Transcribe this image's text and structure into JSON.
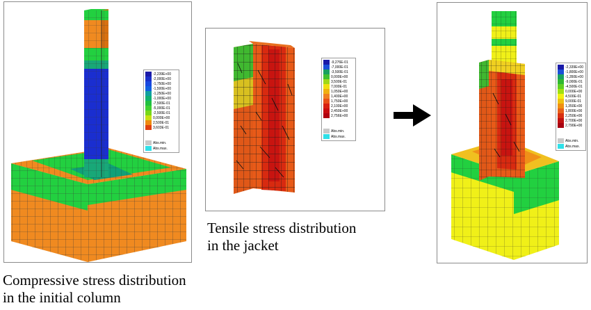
{
  "panels": [
    {
      "legend": {
        "values": [
          "-2,239E+00",
          "-2,000E+00",
          "-1,750E+00",
          "-1,500E+00",
          "-1,250E+00",
          "-1,000E+00",
          "-7,500E-01",
          "-5,000E-01",
          "-2,500E-01",
          "0,000E+00",
          "2,500E-01",
          "3,603E-01"
        ],
        "colors": [
          "#1a1aa8",
          "#1a30c8",
          "#1848e0",
          "#1060e0",
          "#10a0a0",
          "#10b070",
          "#20c040",
          "#40d030",
          "#78d818",
          "#c8e010",
          "#f08a10",
          "#e04010"
        ],
        "abs_min": "Abs.min.",
        "abs_max": "Abs.max."
      }
    },
    {
      "legend": {
        "values": [
          "-9,276E-01",
          "-7,000E-01",
          "-3,500E-01",
          "0,000E+00",
          "3,500E-01",
          "7,000E-01",
          "1,050E+00",
          "1,400E+00",
          "1,750E+00",
          "2,100E+00",
          "2,450E+00",
          "2,756E+00"
        ],
        "colors": [
          "#1a1aa8",
          "#1a50d8",
          "#18a060",
          "#40c030",
          "#a0d818",
          "#f0e010",
          "#f0b010",
          "#f08020",
          "#e85018",
          "#d82010",
          "#c80c10",
          "#b00010"
        ],
        "abs_min": "Abs.min.",
        "abs_max": "Abs.max."
      }
    },
    {
      "legend": {
        "values": [
          "-2,339E+00",
          "-1,800E+00",
          "-1,350E+00",
          "-9,000E-01",
          "-4,500E-01",
          "0,000E+00",
          "4,500E-01",
          "9,000E-01",
          "1,350E+00",
          "1,800E+00",
          "2,250E+00",
          "2,700E+00",
          "2,790E+00"
        ],
        "colors": [
          "#1a1aa8",
          "#1a50d8",
          "#18a060",
          "#30b830",
          "#60d020",
          "#a0e010",
          "#f0f010",
          "#f0c010",
          "#f09010",
          "#e86018",
          "#d83010",
          "#c01010",
          "#a80010"
        ],
        "abs_min": "Abs.min.",
        "abs_max": "Abs.max."
      }
    }
  ],
  "captions": {
    "tensile_line1": "Tensile stress distribution",
    "tensile_line2": "in the jacket",
    "compressive_line1": "Compressive stress distribution",
    "compressive_line2": "in the initial column"
  },
  "arrow": "right-arrow"
}
